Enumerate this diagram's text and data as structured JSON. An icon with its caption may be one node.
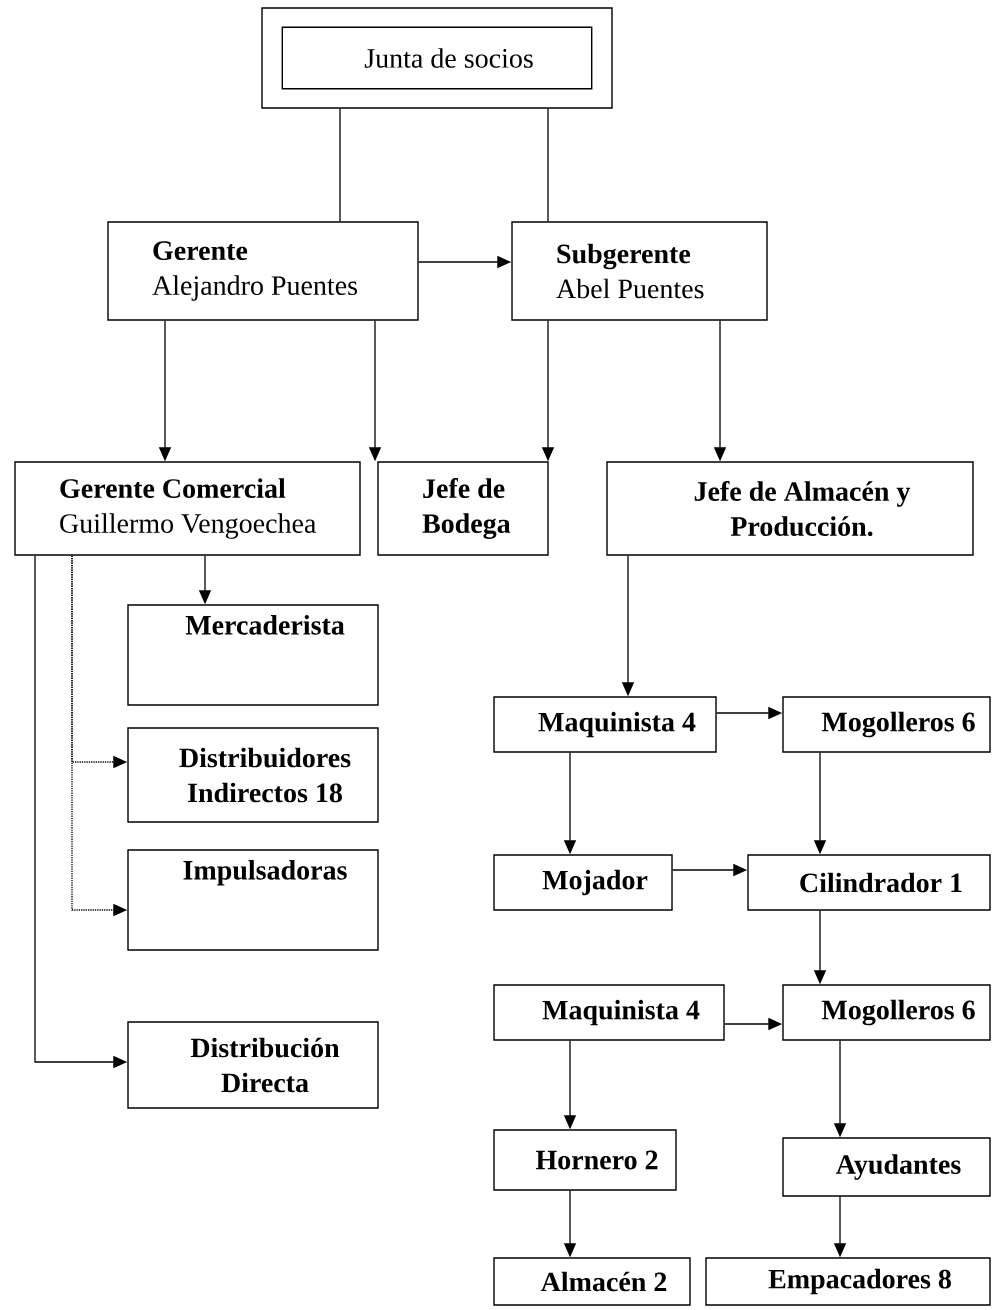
{
  "diagram": {
    "nodes": [
      {
        "text": [
          "Junta de socios"
        ]
      },
      {
        "text": [
          "Gerente",
          "Alejandro Puentes"
        ]
      },
      {
        "text": [
          "Subgerente",
          "Abel Puentes"
        ]
      },
      {
        "text": [
          "Gerente Comercial",
          "Guillermo Vengoechea"
        ]
      },
      {
        "text": [
          "Jefe de Bodega"
        ]
      },
      {
        "text": [
          "Jefe de Almacén y Producción."
        ]
      },
      {
        "text": [
          "Mercaderista"
        ]
      },
      {
        "text": [
          "Distribuidores Indirectos 18"
        ]
      },
      {
        "text": [
          "Impulsadoras"
        ]
      },
      {
        "text": [
          "Distribución Directa"
        ]
      },
      {
        "text": [
          "Maquinista 4"
        ]
      },
      {
        "text": [
          "Mogolleros 6"
        ]
      },
      {
        "text": [
          "Mojador"
        ]
      },
      {
        "text": [
          "Cilindrador 1"
        ]
      },
      {
        "text": [
          "Maquinista 4"
        ]
      },
      {
        "text": [
          "Mogolleros 6"
        ]
      },
      {
        "text": [
          "Hornero 2"
        ]
      },
      {
        "text": [
          "Ayudantes"
        ]
      },
      {
        "text": [
          "Almacén 2"
        ]
      },
      {
        "text": [
          "Empacadores 8"
        ]
      }
    ],
    "edges": [
      {
        "from": 0,
        "to": 1,
        "arrow": "none"
      },
      {
        "from": 0,
        "to": 2,
        "arrow": "none"
      },
      {
        "from": 1,
        "to": 2,
        "arrow": "to"
      },
      {
        "from": 1,
        "to": 3,
        "arrow": "to"
      },
      {
        "from": 1,
        "to": 4,
        "arrow": "to"
      },
      {
        "from": 2,
        "to": 4,
        "arrow": "to"
      },
      {
        "from": 2,
        "to": 5,
        "arrow": "to"
      },
      {
        "from": 3,
        "to": 6,
        "arrow": "to"
      },
      {
        "from": 3,
        "to": 7,
        "arrow": "to",
        "style": "dashed"
      },
      {
        "from": 3,
        "to": 8,
        "arrow": "to",
        "style": "dashed"
      },
      {
        "from": 3,
        "to": 9,
        "arrow": "to"
      },
      {
        "from": 5,
        "to": 10,
        "arrow": "to"
      },
      {
        "from": 10,
        "to": 11,
        "arrow": "to"
      },
      {
        "from": 10,
        "to": 12,
        "arrow": "to"
      },
      {
        "from": 11,
        "to": 13,
        "arrow": "to"
      },
      {
        "from": 12,
        "to": 13,
        "arrow": "to"
      },
      {
        "from": 13,
        "to": 15,
        "arrow": "to"
      },
      {
        "from": 14,
        "to": 15,
        "arrow": "to"
      },
      {
        "from": 14,
        "to": 16,
        "arrow": "to"
      },
      {
        "from": 15,
        "to": 17,
        "arrow": "to"
      },
      {
        "from": 16,
        "to": 18,
        "arrow": "to"
      },
      {
        "from": 17,
        "to": 19,
        "arrow": "to"
      }
    ]
  }
}
